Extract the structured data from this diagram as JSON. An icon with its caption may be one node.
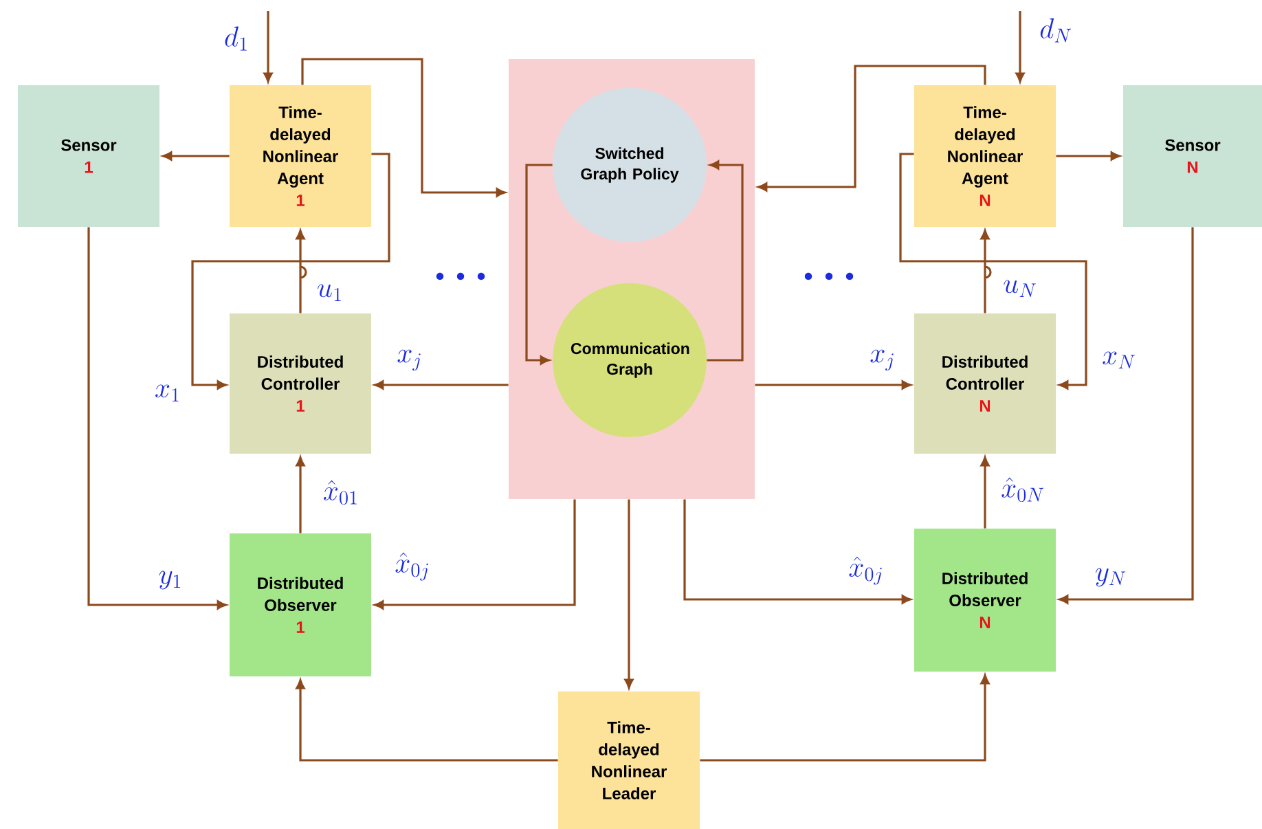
{
  "diagram": {
    "nodes": [
      {
        "text": [
          "Sensor",
          "1"
        ]
      },
      {
        "text": [
          "Time-delayed Nonlinear Agent",
          "1"
        ]
      },
      {
        "text": [],
        "shape": "box"
      },
      {
        "text": [
          "Switched Graph Policy"
        ],
        "in": 2
      },
      {
        "text": [
          "Communication Graph"
        ],
        "in": 2
      },
      {
        "text": [
          "Time-delayed Nonlinear Agent",
          "N"
        ]
      },
      {
        "text": [
          "Sensor",
          "N"
        ]
      },
      {
        "text": [
          "Distributed Controller",
          "1"
        ]
      },
      {
        "text": [
          "Distributed Controller",
          "N"
        ]
      },
      {
        "text": [
          "Distributed Observer",
          "1"
        ]
      },
      {
        "text": [
          "Distributed Observer",
          "N"
        ]
      },
      {
        "text": [
          "Time-delayed Nonlinear Leader"
        ]
      }
    ],
    "edges": [
      {
        "from": null,
        "to": 1,
        "arrow": "to",
        "label": "d_{1}"
      },
      {
        "from": 1,
        "to": 0,
        "arrow": "to"
      },
      {
        "from": 1,
        "to": 2,
        "arrow": "to"
      },
      {
        "from": 1,
        "to": 7,
        "arrow": "to",
        "label": "x_{1}"
      },
      {
        "from": 7,
        "to": 1,
        "arrow": "to",
        "label": "u_{1}"
      },
      {
        "from": 2,
        "to": 7,
        "arrow": "to",
        "label": "x_{j}"
      },
      {
        "from": 3,
        "to": 4,
        "arrow": "to"
      },
      {
        "from": 4,
        "to": 3,
        "arrow": "to"
      },
      {
        "from": 5,
        "to": 2,
        "arrow": "to"
      },
      {
        "from": null,
        "to": 5,
        "arrow": "to",
        "label": "d_{N}"
      },
      {
        "from": 5,
        "to": 6,
        "arrow": "to"
      },
      {
        "from": 5,
        "to": 8,
        "arrow": "to",
        "label": "x_{N}"
      },
      {
        "from": 8,
        "to": 5,
        "arrow": "to",
        "label": "u_{N}"
      },
      {
        "from": 2,
        "to": 8,
        "arrow": "to",
        "label": "x_{j}"
      },
      {
        "from": 0,
        "to": 9,
        "arrow": "to",
        "label": "y_{1}"
      },
      {
        "from": 2,
        "to": 9,
        "arrow": "to",
        "label": "\\hat{x}_{0j}"
      },
      {
        "from": 9,
        "to": 7,
        "arrow": "to",
        "label": "\\hat{x}_{01}"
      },
      {
        "from": 2,
        "to": 11,
        "arrow": "to"
      },
      {
        "from": 2,
        "to": 10,
        "arrow": "to",
        "label": "\\hat{x}_{0j}"
      },
      {
        "from": 6,
        "to": 10,
        "arrow": "to",
        "label": "y_{N}"
      },
      {
        "from": 10,
        "to": 8,
        "arrow": "to",
        "label": "\\hat{x}_{0N}"
      },
      {
        "from": 11,
        "to": 9,
        "arrow": "to"
      },
      {
        "from": 11,
        "to": 10,
        "arrow": "to"
      }
    ]
  }
}
